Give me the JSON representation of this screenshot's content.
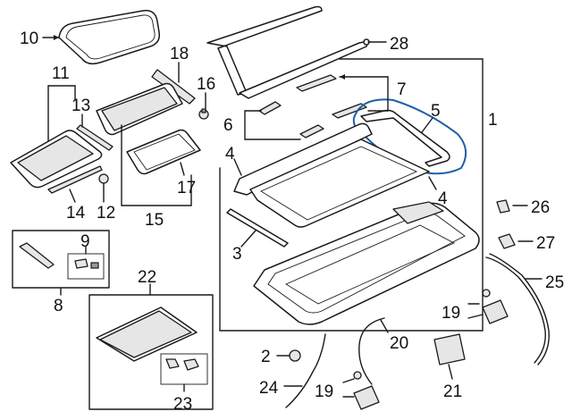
{
  "diagram": {
    "highlight_color": "#1f5fa8",
    "line_color": "#1a1a1a",
    "callouts": [
      {
        "id": "c1",
        "text": "1"
      },
      {
        "id": "c2",
        "text": "2"
      },
      {
        "id": "c3",
        "text": "3"
      },
      {
        "id": "c4a",
        "text": "4"
      },
      {
        "id": "c4b",
        "text": "4"
      },
      {
        "id": "c5",
        "text": "5"
      },
      {
        "id": "c6",
        "text": "6"
      },
      {
        "id": "c7",
        "text": "7"
      },
      {
        "id": "c8",
        "text": "8"
      },
      {
        "id": "c9",
        "text": "9"
      },
      {
        "id": "c10",
        "text": "10"
      },
      {
        "id": "c11",
        "text": "11"
      },
      {
        "id": "c12",
        "text": "12"
      },
      {
        "id": "c13",
        "text": "13"
      },
      {
        "id": "c14",
        "text": "14"
      },
      {
        "id": "c15",
        "text": "15"
      },
      {
        "id": "c16",
        "text": "16"
      },
      {
        "id": "c17",
        "text": "17"
      },
      {
        "id": "c18",
        "text": "18"
      },
      {
        "id": "c19a",
        "text": "19"
      },
      {
        "id": "c19b",
        "text": "19"
      },
      {
        "id": "c20",
        "text": "20"
      },
      {
        "id": "c21",
        "text": "21"
      },
      {
        "id": "c22",
        "text": "22"
      },
      {
        "id": "c23",
        "text": "23"
      },
      {
        "id": "c24",
        "text": "24"
      },
      {
        "id": "c25",
        "text": "25"
      },
      {
        "id": "c26",
        "text": "26"
      },
      {
        "id": "c27",
        "text": "27"
      },
      {
        "id": "c28",
        "text": "28"
      }
    ]
  }
}
